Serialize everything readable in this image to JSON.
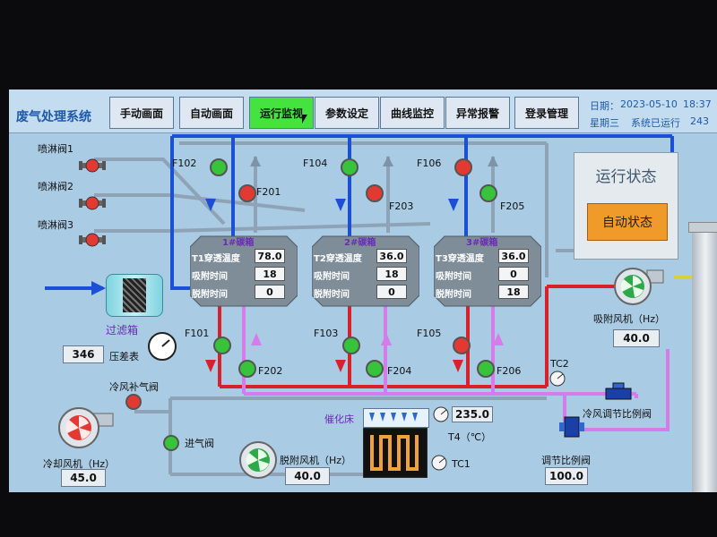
{
  "header": {
    "title": "废气处理系统",
    "date_label": "日期：",
    "date_value": "2023-05-10",
    "time_value": "18:37",
    "weekday": "星期三",
    "uptime_label": "系统已运行",
    "uptime_value": "243"
  },
  "nav": [
    "手动画面",
    "自动画面",
    "运行监视",
    "参数设定",
    "曲线监控",
    "异常报警",
    "登录管理"
  ],
  "nav_active": "运行监视",
  "valves_left": [
    "喷淋阀1",
    "喷淋阀2",
    "喷淋阀3"
  ],
  "valve_tags": {
    "F102": "F102",
    "F201": "F201",
    "F104": "F104",
    "F203": "F203",
    "F106": "F106",
    "F205": "F205",
    "F101": "F101",
    "F202": "F202",
    "F103": "F103",
    "F204": "F204",
    "F105": "F105",
    "F206": "F206"
  },
  "towers": [
    {
      "name": "1#碳箱",
      "temp_label": "T1穿透温度",
      "temp": "78.0",
      "ads_label": "吸附时间",
      "ads": "18",
      "des_label": "脱附时间",
      "des": "0"
    },
    {
      "name": "2#碳箱",
      "temp_label": "T2穿透温度",
      "temp": "36.0",
      "ads_label": "吸附时间",
      "ads": "18",
      "des_label": "脱附时间",
      "des": "0"
    },
    {
      "name": "3#碳箱",
      "temp_label": "T3穿透温度",
      "temp": "36.0",
      "ads_label": "吸附时间",
      "ads": "0",
      "des_label": "脱附时间",
      "des": "18"
    }
  ],
  "filter": {
    "label": "过滤箱",
    "pressure_value": "346",
    "pressure_label": "压差表"
  },
  "status": {
    "title": "运行状态",
    "mode": "自动状态"
  },
  "adsorption_fan": {
    "label": "吸附风机（Hz）",
    "value": "40.0"
  },
  "cooling_fan": {
    "label": "冷却风机（Hz）",
    "value": "45.0"
  },
  "desorption_fan": {
    "label": "脱附风机（Hz）",
    "value": "40.0"
  },
  "cold_air_valve": "冷风补气阀",
  "inlet_valve": "进气阀",
  "catalytic_bed": "催化床",
  "t4": {
    "value": "235.0",
    "label": "T4（℃）"
  },
  "tc1": "TC1",
  "tc2": "TC2",
  "cold_air_ratio_valve": "冷风调节比例阀",
  "ratio_valve": {
    "label": "调节比例阀",
    "value": "100.0"
  },
  "colors": {
    "supply": "#1a4fd6",
    "return": "#d8212a",
    "desorb": "#d67bea",
    "gray": "#8fa3b6",
    "active_tab": "#45e33f",
    "valve_red": "#e23a32",
    "valve_green": "#37c43b"
  }
}
